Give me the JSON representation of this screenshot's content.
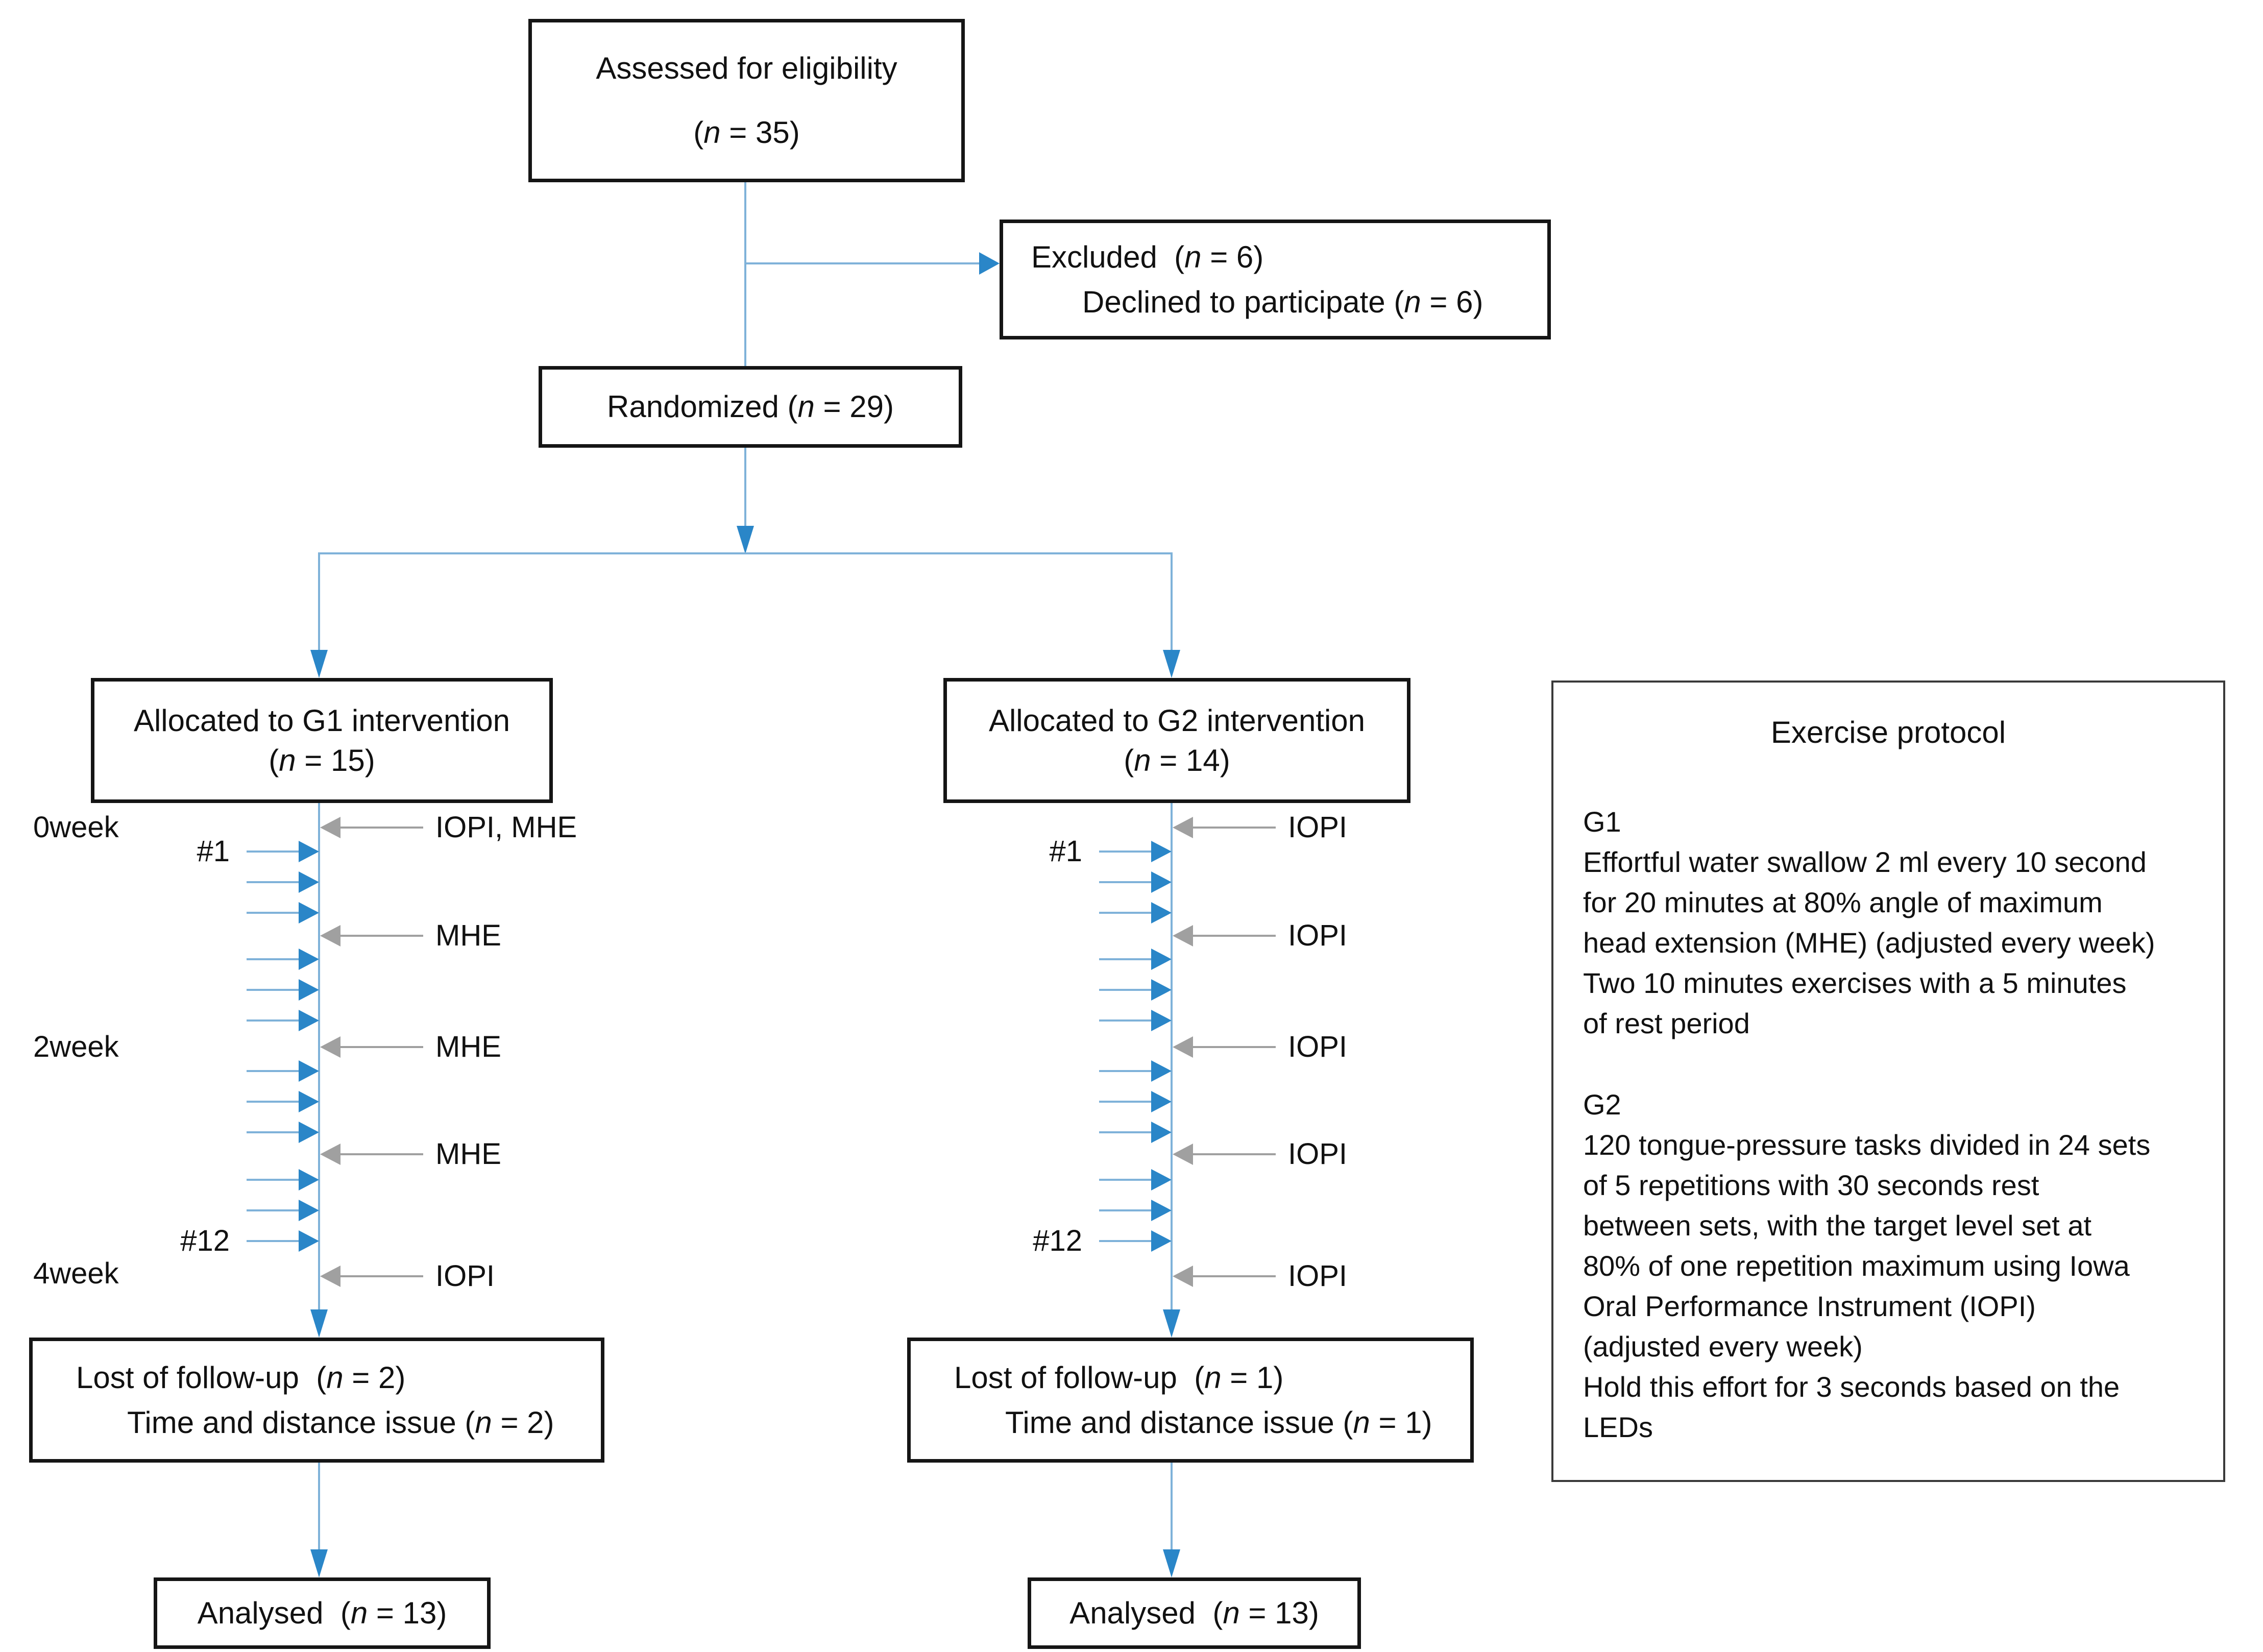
{
  "colors": {
    "arrow_blue": "#2a86c8",
    "line_blue": "#7fb2d9",
    "arrow_gray": "#a0a0a0",
    "box_border": "#151515",
    "text": "#111111"
  },
  "flow": {
    "assessed": {
      "line1": "Assessed for eligibility",
      "line2": "(n = 35)"
    },
    "excluded": {
      "line1": "Excluded  (n = 6)",
      "line2": "Declined to participate (n = 6)"
    },
    "randomized": {
      "label": "Randomized (n = 29)"
    },
    "g1": {
      "alloc_line1": "Allocated to G1 intervention",
      "alloc_line2": "(n = 15)",
      "lost_line1": "Lost of follow-up  (n = 2)",
      "lost_line2": "Time and distance issue (n = 2)",
      "analysed": "Analysed  (n = 13)"
    },
    "g2": {
      "alloc_line1": "Allocated to G2 intervention",
      "alloc_line2": "(n = 14)",
      "lost_line1": "Lost of follow-up  (n = 1)",
      "lost_line2": "Time and distance issue (n = 1)",
      "analysed": "Analysed  (n = 13)"
    }
  },
  "timeline": {
    "week_labels": [
      "0week",
      "2week",
      "4week"
    ],
    "sessions_per_group": 12,
    "g1_session_first": "#1",
    "g1_session_last": "#12",
    "g2_session_first": "#1",
    "g2_session_last": "#12",
    "g1_measurements": [
      "IOPI, MHE",
      "MHE",
      "MHE",
      "MHE",
      "IOPI"
    ],
    "g2_measurements": [
      "IOPI",
      "IOPI",
      "IOPI",
      "IOPI",
      "IOPI"
    ]
  },
  "protocol": {
    "title": "Exercise protocol",
    "g1_heading": "G1",
    "g1_lines": [
      "Effortful water swallow 2 ml every 10 second",
      "for 20 minutes at 80% angle of maximum",
      "head extension (MHE) (adjusted every week)",
      "Two 10 minutes exercises with a 5 minutes",
      "of rest period"
    ],
    "g2_heading": "G2",
    "g2_lines": [
      "120 tongue-pressure tasks divided in 24 sets",
      "of 5 repetitions with 30 seconds rest",
      "between sets, with the target level set at",
      "80% of one repetition maximum using Iowa",
      "Oral Performance Instrument (IOPI)",
      "(adjusted every week)",
      "Hold this effort for 3 seconds based on the",
      "LEDs"
    ]
  }
}
